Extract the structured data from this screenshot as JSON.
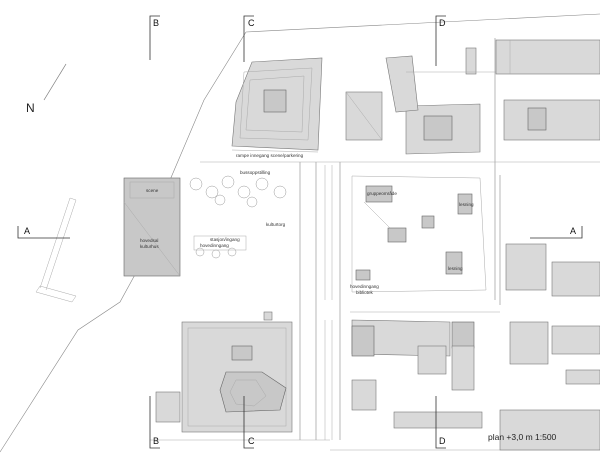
{
  "north_label": "N",
  "section_markers": {
    "a_left": "A",
    "a_right": "A",
    "b_top": "B",
    "b_bottom": "B",
    "c_top": "C",
    "c_bottom": "C",
    "d_top": "D",
    "d_bottom": "D"
  },
  "labels": {
    "rampe": "rampe innegang scene/parkering",
    "bussopp": "bussoppstilling",
    "scene": "scene",
    "hovedsal": "hovedsal",
    "kulturhus": "kulturhus",
    "stasjon": "stasjon/ingang",
    "hovedinngang": "hovedinngang",
    "kulturtorg": "kulturtorg",
    "gruppeomrade": "gruppeområde",
    "lesning1": "lesning",
    "lesning2": "lesning",
    "bibl_inngang": "hovedinngang",
    "bibliotek": "bibliotek"
  },
  "caption": "plan +3,0   m 1:500"
}
